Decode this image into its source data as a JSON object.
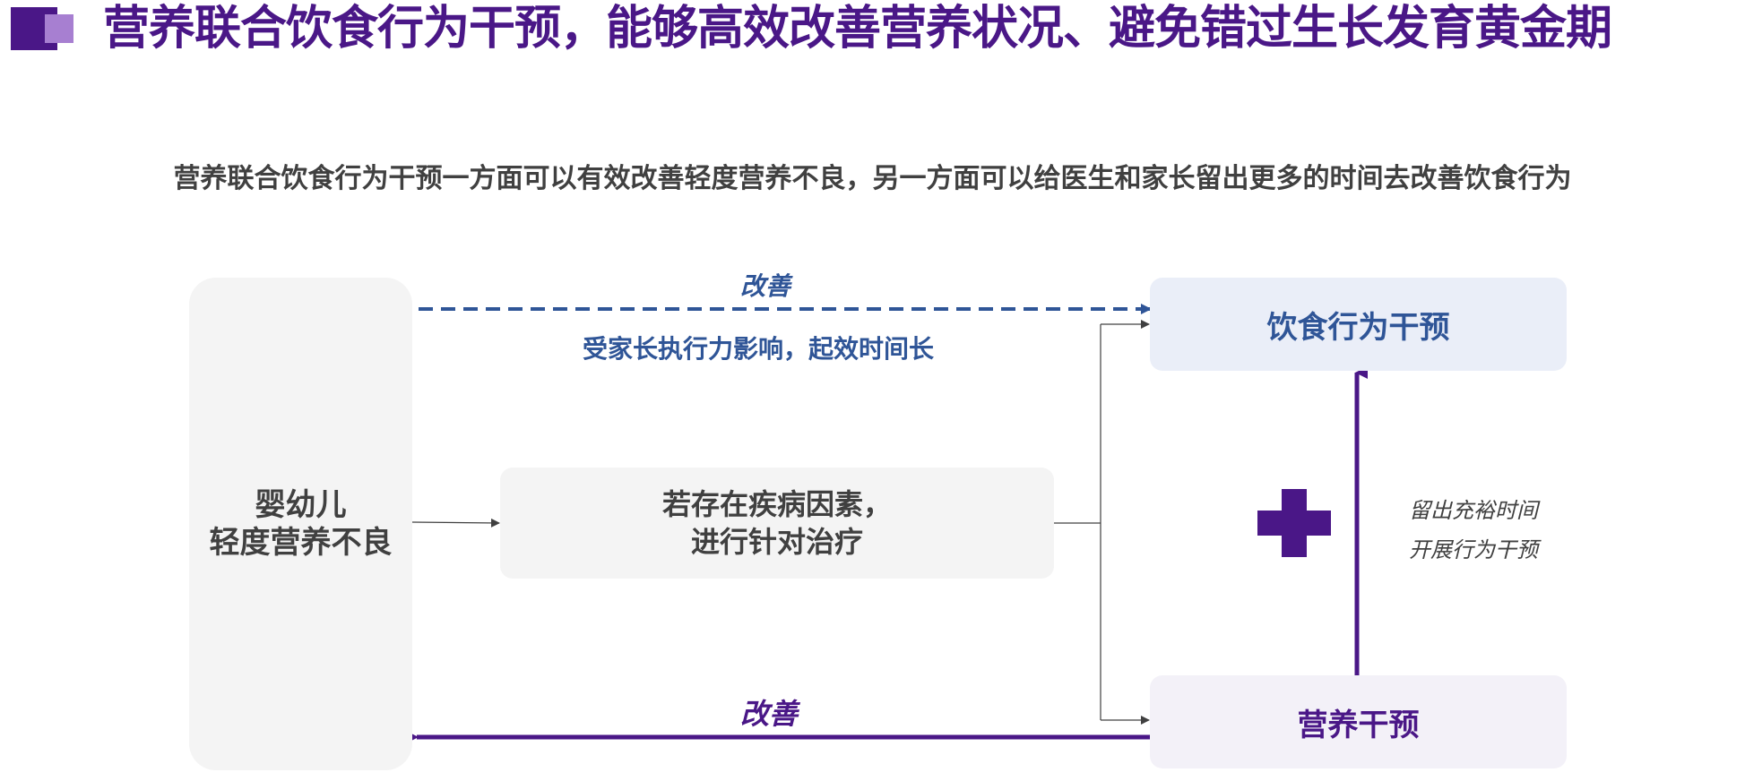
{
  "header": {
    "title": "营养联合饮食行为干预，能够高效改善营养状况、避免错过生长发育黄金期"
  },
  "subtitle": "营养联合饮食行为干预一方面可以有效改善轻度营养不良，另一方面可以给医生和家长留出更多的时间去改善饮食行为",
  "diagram": {
    "child_box": {
      "line1": "婴幼儿",
      "line2": "轻度营养不良"
    },
    "treatment_box": {
      "line1": "若存在疾病因素，",
      "line2": "进行针对治疗"
    },
    "diet_box": {
      "label": "饮食行为干预"
    },
    "nutrition_box": {
      "label": "营养干预"
    },
    "top_arrow": {
      "label": "改善",
      "note": "受家长执行力影响，起效时间长"
    },
    "bottom_arrow": {
      "label": "改善"
    },
    "vertical_arrow": {
      "line1": "留出充裕时间",
      "line2": "开展行为干预"
    }
  },
  "colors": {
    "purple": "#4a1787",
    "light_purple": "#a77fd1",
    "blue": "#2f5597",
    "text_gray": "#404040"
  },
  "icons": [
    "title-square-icon",
    "plus-icon"
  ]
}
